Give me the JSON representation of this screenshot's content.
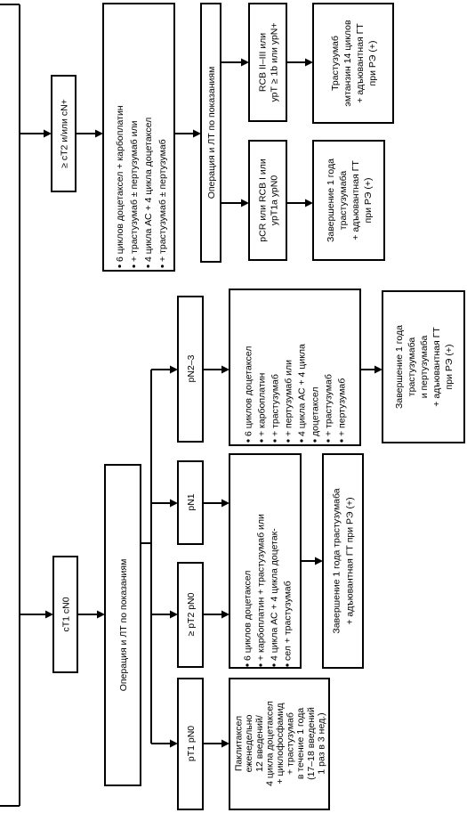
{
  "diagram": {
    "root_label": "",
    "ct2": "≥ cT2 и/или cN+",
    "ct1": "cT1 cN0",
    "neo_bullets": [
      "6 циклов доцетаксел + карбоплатин",
      "+ трастузумаб ± пертузумаб или",
      "4 цикла АС + 4 цикла доцетаксел",
      "+ трастузумаб ± пертузумаб"
    ],
    "surgery_top": "Операция и ЛТ по показаниям",
    "rcb23": [
      "RCB II–III или",
      "урТ ≥ 1b или урN+"
    ],
    "rcb23_result": [
      "Трастузумаб",
      "эмтанзин 14 циклов",
      "+ адъювантная ГТ",
      "при РЭ (+)"
    ],
    "pcr": [
      "pCR или RCB I или",
      "урТ1а урN0"
    ],
    "pcr_result": [
      "Завершение 1 года",
      "трастузумаба",
      "+ адъювантная ГТ",
      "при РЭ (+)"
    ],
    "surgery_bottom": "Операция и ЛТ по показаниям",
    "pn23": "pN2–3",
    "pn23_therapy": [
      "6 циклов доцетаксел",
      "+ карбоплатин",
      "+ трастузумаб",
      "+ пертузумаб или",
      "4 цикла АС + 4 цикла",
      "доцетаксел",
      "+ трастузумаб",
      "+ пертузумаб"
    ],
    "pn23_result": [
      "Завершение 1 года",
      "трастузумаба",
      "и пертузумаба",
      "+ адъювантная ГТ",
      "при РЭ (+)"
    ],
    "pn1": "pN1",
    "pt2": "≥ pT2 pN0",
    "mid_therapy": [
      "6 циклов доцетаксел",
      "+ карбоплатин + трастузумаб или",
      "4 цикла АС + 4 цикла доцетак-",
      "сел + трастузумаб"
    ],
    "mid_result": [
      "Завершение 1 года трастузумаба",
      "+ адъювантная ГТ при РЭ (+)"
    ],
    "pt1": "pT1 pN0",
    "pt1_therapy": [
      "Паклитаксел",
      "еженедельно",
      "12 введений/",
      "4 цикла доцетаксел",
      "+ циклофосфамид",
      "+ трастузумаб",
      "в течение 1 года",
      "(17–18 введений",
      "1 раз в 3 нед.)"
    ]
  }
}
